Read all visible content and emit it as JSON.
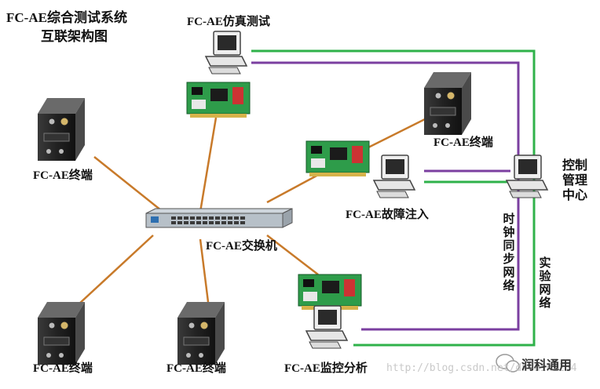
{
  "title": {
    "line1": "FC-AE综合测试系统",
    "line2": "互联架构图"
  },
  "nodes": {
    "sim": "FC-AE仿真测试",
    "term_right": "FC-AE终端",
    "term_left": "FC-AE终端",
    "fault": "FC-AE故障注入",
    "switch": "FC-AE交换机",
    "control": "控制管理中心",
    "clock_net": "时钟同步网络",
    "exp_net": "实验网络",
    "term_bl": "FC-AE终端",
    "term_bm": "FC-AE终端",
    "monitor": "FC-AE监控分析"
  },
  "watermark": {
    "url": "http://blog.csdn.net/dhfa1h1234",
    "brand": "润科通用"
  },
  "colors": {
    "trunk": "#c87a2a",
    "purple_link": "#7b3fa0",
    "green_link": "#2fb24a",
    "board": "#2e9c4a"
  }
}
